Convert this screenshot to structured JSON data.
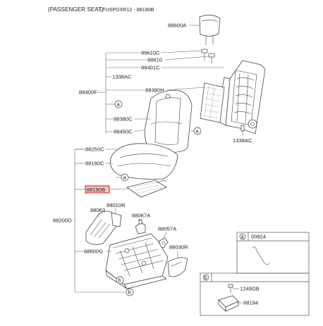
{
  "header": {
    "title": "(PASSENGER SEAT)",
    "code": "LFUSPDXR12 - 88190B"
  },
  "labels": {
    "p88600A": "88600A",
    "p88610C": "88610C",
    "p88610": "88610",
    "p88401C": "88401C",
    "p1338AC_top": "1338AC",
    "p88400F": "88400F",
    "p88390H": "88390H",
    "ref_a1": "a",
    "p88380C": "88380C",
    "p88450C": "88450C",
    "ref_a2": "a",
    "p1338AC_right": "1338AC",
    "p88250C": "88250C",
    "p88180C": "88180C",
    "ref_a3": "a",
    "p88190B": "88190B",
    "p88010R": "88010R",
    "p88063": "88063",
    "p88200D": "88200D",
    "p88067A": "88067A",
    "p88057A": "88057A",
    "p88600G": "88600G",
    "p88030R": "88030R",
    "ref_b1": "b",
    "ref_b2": "b"
  },
  "inset_a": {
    "ref": "a",
    "part": "00824"
  },
  "inset_b": {
    "ref": "b",
    "part1": "1249GB",
    "part2": "88194"
  },
  "colors": {
    "highlight_fill": "#f7bfbf",
    "highlight_stroke": "#d01818"
  }
}
